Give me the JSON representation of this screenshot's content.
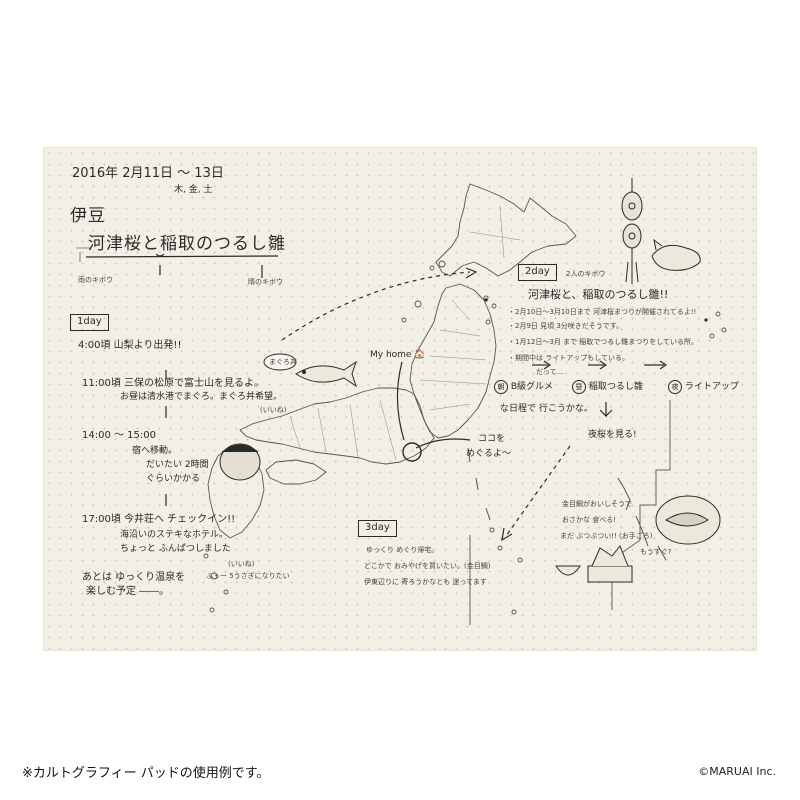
{
  "note": {
    "header": {
      "date_line": "2016年 2月11日 〜 13日",
      "weekdays": "木, 金, 土",
      "destination": "伊豆",
      "main_title": "河津桜と稲取のつるし雛",
      "label_left": "雨のキボウ",
      "label_right": "晴のキボウ"
    },
    "day1": {
      "badge": "1day",
      "lines": [
        "4:00頃  山梨より出発!!",
        "11:00頃  三保の松原で富士山を見るよ。",
        "お昼は清水港でまぐろ。まぐろ丼希望。",
        "(いいね)",
        "14:00 〜 15:00",
        "宿へ移動。",
        "だいたい 2時間",
        "ぐらいかかる",
        "17:00頃  今井荘へ チェックイン!!",
        "海沿いのステキなホテル。",
        "ちょっと ふんぱつしました",
        "(いいね)",
        "ふぅー 5うさぎになりたい",
        "あとは ゆっくり温泉を",
        "楽しむ予定 ――。"
      ],
      "bubble_text": "まぐろ丼"
    },
    "map": {
      "home_label": "My home 🏠",
      "here_label": "ココを",
      "here_label2": "めぐるよ〜"
    },
    "day2": {
      "badge": "2day",
      "subtitle": "2人のキボウ",
      "headline": "河津桜と、稲取のつるし雛!!",
      "bullets": [
        "・2月10日〜3月10日まで 河津桜まつりが開催されてるよ!!",
        "・2月9日 見頃 3分咲きだそうです。",
        "・1月12日〜3月 まで 稲取でつるし雛まつりをしている所。",
        "・期間中は ライトアップもしている。"
      ],
      "aside": "だって…",
      "flow_1": "B級グルメ",
      "flow_2": "稲取つるし雛",
      "flow_3": "ライトアップ",
      "flow_circle_1": "朝",
      "flow_circle_2": "昼",
      "flow_circle_3": "夜",
      "flow_note": "な日程で 行こうかな。",
      "night_note": "夜桜を見る!"
    },
    "day3": {
      "badge": "3day",
      "lines": [
        "ゆっくり めぐり帰宅。",
        "どこかで おみやげを買いたい。(金目鯛)",
        "伊東辺りに 寄ろうかなとも 迷ってます"
      ],
      "food_lines": [
        "金目鯛がおいしそうで",
        "おさかな 食べる!",
        "まだ ぶつぶつい!! (お手ごろ)",
        "もうすぐ?"
      ]
    }
  },
  "caption": "※カルトグラフィー パッドの使用例です。",
  "copyright": "©MARUAI Inc.",
  "colors": {
    "paper": "#f2efe6",
    "ink": "#2a2a2a",
    "dot": "#cfccc2"
  }
}
